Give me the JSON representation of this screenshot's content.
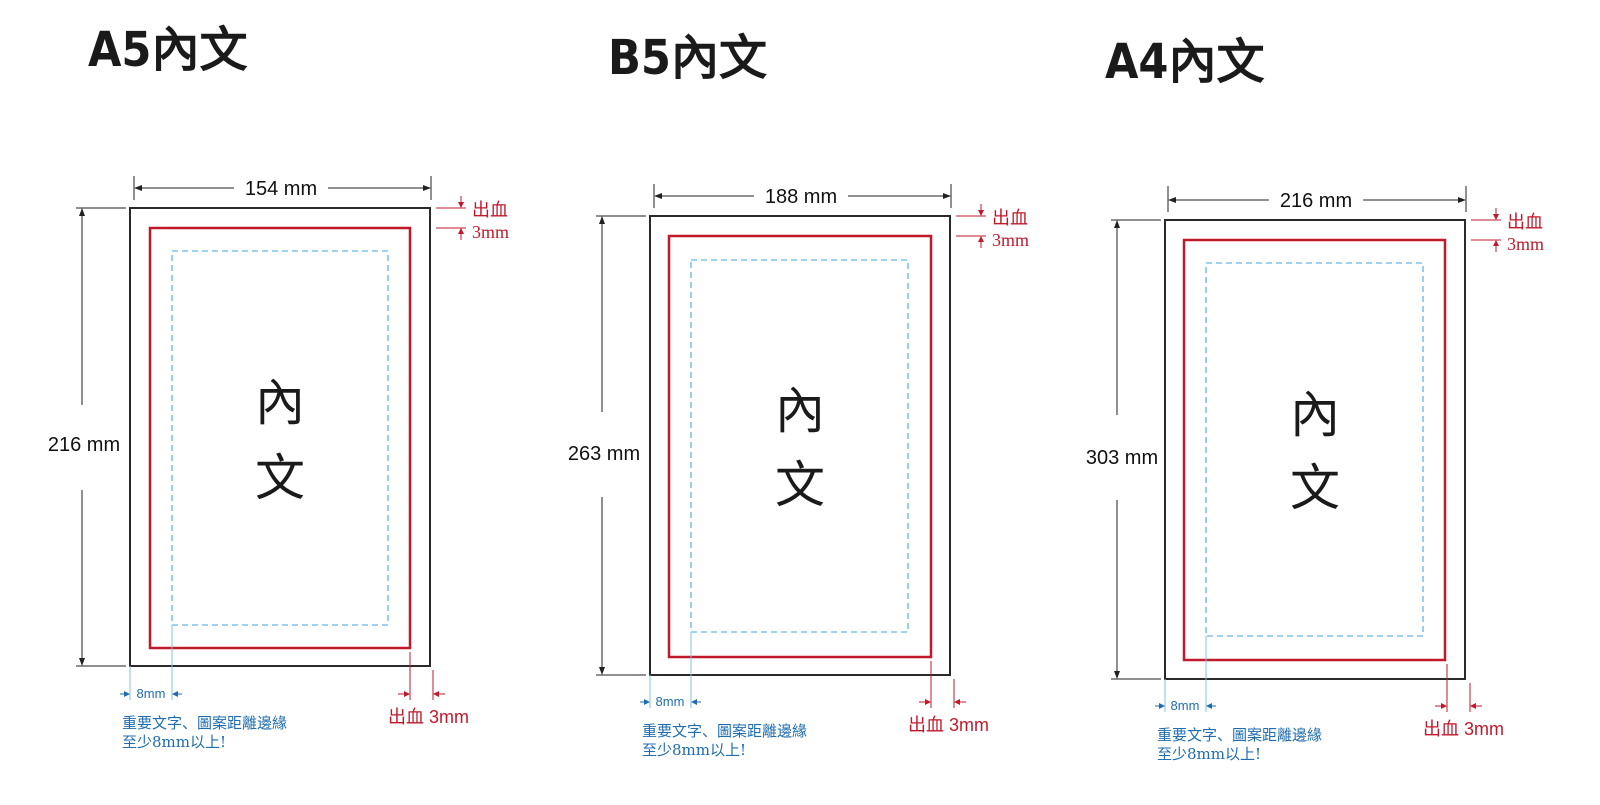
{
  "colors": {
    "trim": "#2a2a2a",
    "bleed": "#c0192c",
    "safe": "#7fc3e8",
    "note": "#1f6db0",
    "dim": "#222222"
  },
  "panels": [
    {
      "id": "a5",
      "title": "A5內文",
      "width_label": "154 mm",
      "height_label": "216 mm",
      "bleed_label": "出血",
      "bleed_value": "3mm",
      "bottom_bleed_label": "出血",
      "bottom_bleed_value": "3mm",
      "margin_label": "8mm",
      "center_text_1": "內",
      "center_text_2": "文",
      "note_line_1": "重要文字、圖案距離邊緣",
      "note_line_2": "至少8mm以上!"
    },
    {
      "id": "b5",
      "title": "B5內文",
      "width_label": "188 mm",
      "height_label": "263 mm",
      "bleed_label": "出血",
      "bleed_value": "3mm",
      "bottom_bleed_label": "出血",
      "bottom_bleed_value": "3mm",
      "margin_label": "8mm",
      "center_text_1": "內",
      "center_text_2": "文",
      "note_line_1": "重要文字、圖案距離邊緣",
      "note_line_2": "至少8mm以上!"
    },
    {
      "id": "a4",
      "title": "A4內文",
      "width_label": "216 mm",
      "height_label": "303 mm",
      "bleed_label": "出血",
      "bleed_value": "3mm",
      "bottom_bleed_label": "出血",
      "bottom_bleed_value": "3mm",
      "margin_label": "8mm",
      "center_text_1": "內",
      "center_text_2": "文",
      "note_line_1": "重要文字、圖案距離邊緣",
      "note_line_2": "至少8mm以上!"
    }
  ]
}
